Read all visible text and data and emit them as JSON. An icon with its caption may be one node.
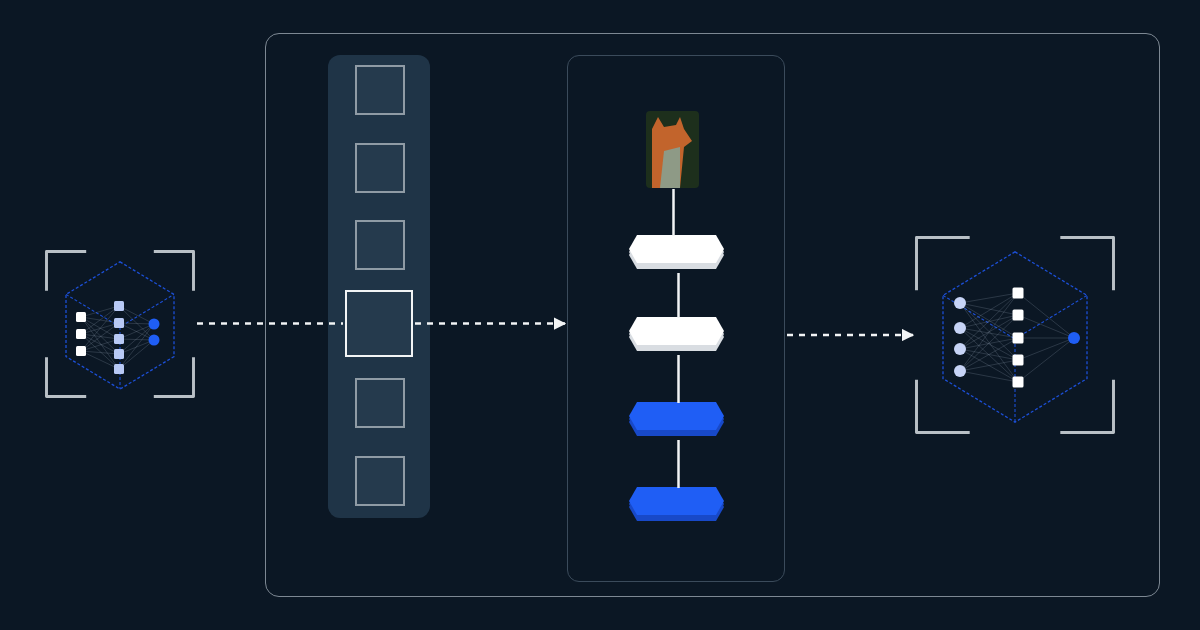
{
  "diagram": {
    "nodes": [
      {
        "text": [],
        "shape": "box"
      },
      {
        "text": [],
        "shape": "picture"
      },
      {
        "text": [],
        "shape": "box",
        "in": 0
      },
      {
        "text": [],
        "shape": "box",
        "in": 2
      },
      {
        "text": [],
        "shape": "box",
        "in": 2
      },
      {
        "text": [],
        "shape": "box",
        "in": 2
      },
      {
        "text": [],
        "shape": "box",
        "in": 2
      },
      {
        "text": [],
        "shape": "box",
        "in": 2
      },
      {
        "text": [],
        "shape": "box",
        "in": 2
      },
      {
        "text": [],
        "shape": "box",
        "in": 0
      },
      {
        "text": [],
        "shape": "picture",
        "in": 9
      },
      {
        "text": [],
        "shape": "hexagon",
        "in": 9
      },
      {
        "text": [],
        "shape": "hexagon",
        "in": 9
      },
      {
        "text": [],
        "shape": "hexagon",
        "in": 9
      },
      {
        "text": [],
        "shape": "hexagon",
        "in": 9
      },
      {
        "text": [],
        "shape": "picture",
        "in": 0
      }
    ],
    "edges": [
      {
        "from": 1,
        "to": 6,
        "arrow": "none",
        "style": "dashed"
      },
      {
        "from": 6,
        "to": 9,
        "arrow": "to",
        "style": "dashed"
      },
      {
        "from": 9,
        "to": 15,
        "arrow": "to",
        "style": "dashed"
      },
      {
        "from": 10,
        "to": 11,
        "arrow": "none"
      },
      {
        "from": 11,
        "to": 12,
        "arrow": "none"
      },
      {
        "from": 12,
        "to": 13,
        "arrow": "none"
      },
      {
        "from": 13,
        "to": 14,
        "arrow": "none"
      }
    ]
  }
}
